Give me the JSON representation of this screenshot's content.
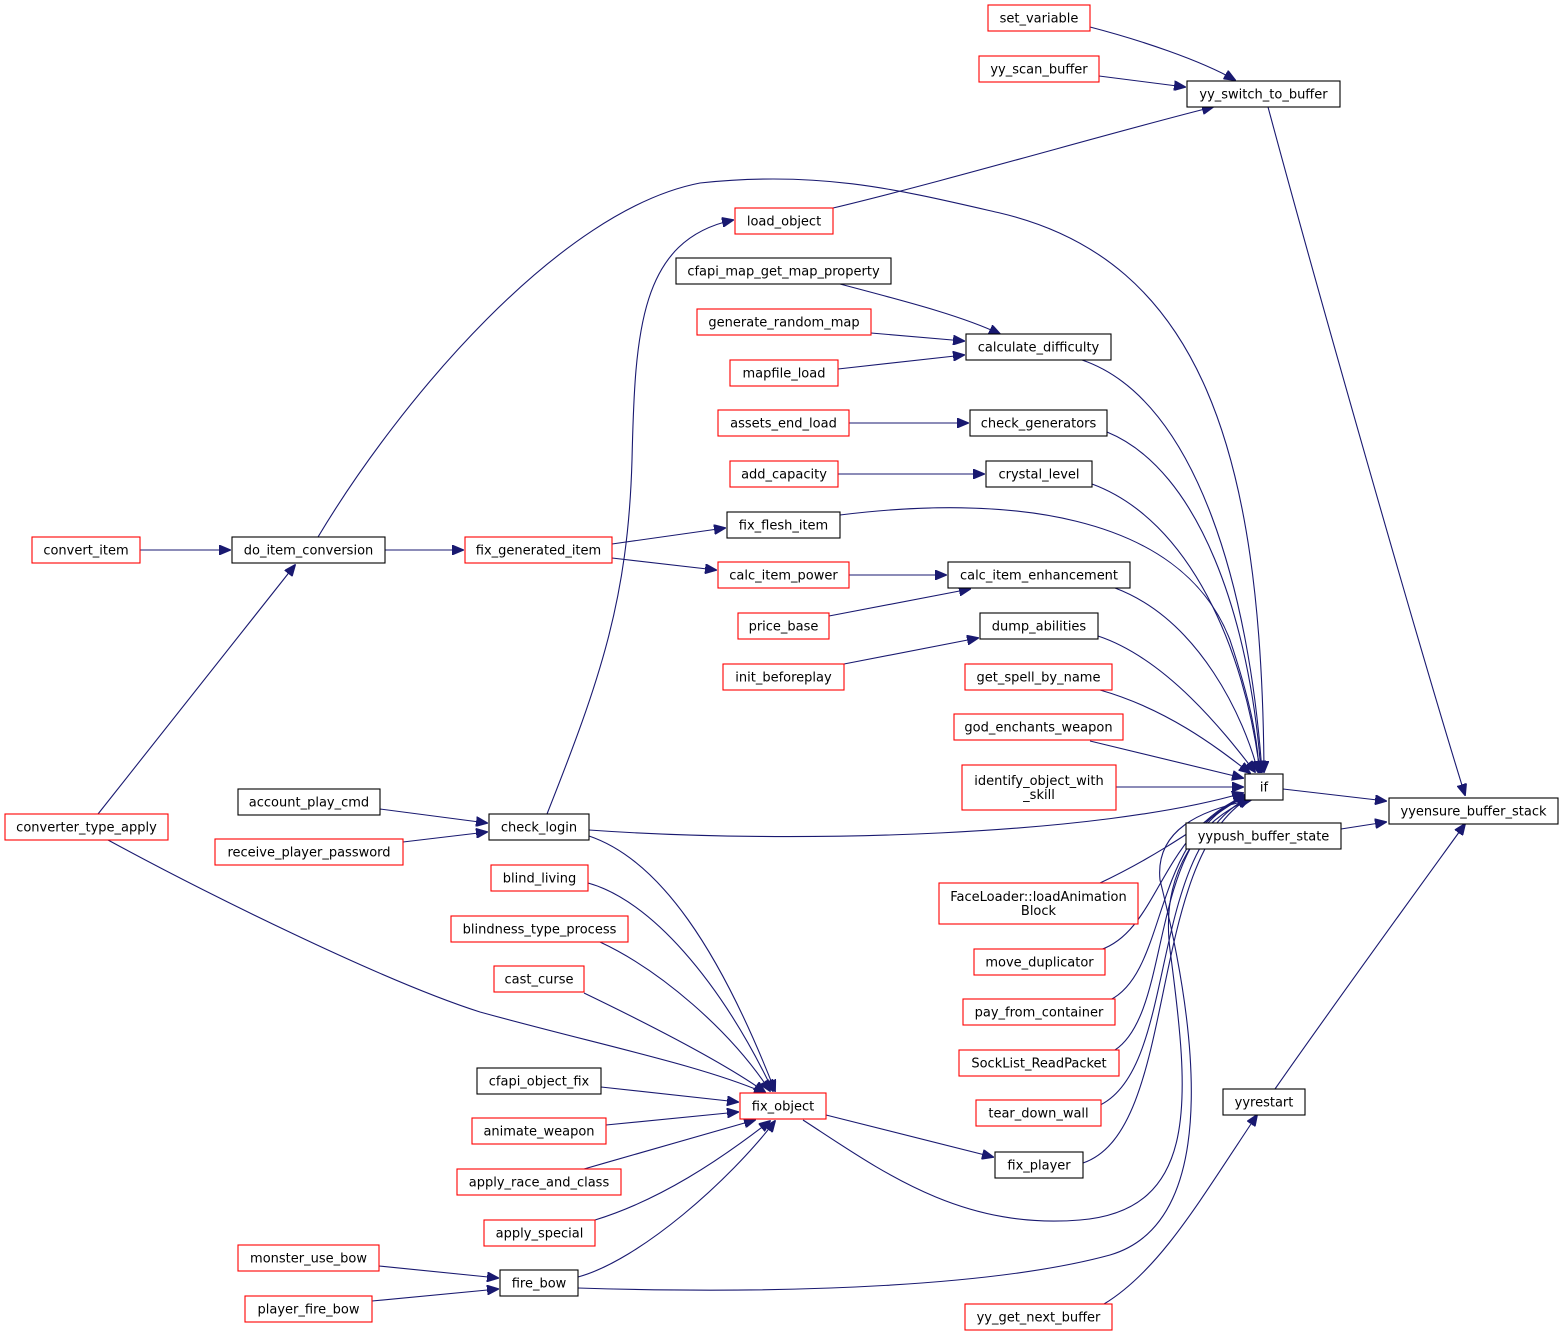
{
  "diagram": {
    "type": "call-graph",
    "colors": {
      "edge": "#191970",
      "highlight_fill": "#bfbfbf",
      "normal_border": "#000000",
      "truncated_border": "#ff0000"
    },
    "nodes": [
      {
        "id": "yyensure_buffer_stack",
        "label": "yyensure_buffer_stack",
        "style": "highlight"
      },
      {
        "id": "if",
        "label": "if",
        "style": "normal"
      },
      {
        "id": "yypush_buffer_state",
        "label": "yypush_buffer_state",
        "style": "normal"
      },
      {
        "id": "yyrestart",
        "label": "yyrestart",
        "style": "normal"
      },
      {
        "id": "yy_switch_to_buffer",
        "label": "yy_switch_to_buffer",
        "style": "normal"
      },
      {
        "id": "set_variable",
        "label": "set_variable",
        "style": "truncated"
      },
      {
        "id": "yy_scan_buffer",
        "label": "yy_scan_buffer",
        "style": "truncated"
      },
      {
        "id": "load_object",
        "label": "load_object",
        "style": "truncated"
      },
      {
        "id": "cfapi_map_get_map_property",
        "label": "cfapi_map_get_map_property",
        "style": "normal"
      },
      {
        "id": "generate_random_map",
        "label": "generate_random_map",
        "style": "truncated"
      },
      {
        "id": "calculate_difficulty",
        "label": "calculate_difficulty",
        "style": "normal"
      },
      {
        "id": "mapfile_load",
        "label": "mapfile_load",
        "style": "truncated"
      },
      {
        "id": "assets_end_load",
        "label": "assets_end_load",
        "style": "truncated"
      },
      {
        "id": "check_generators",
        "label": "check_generators",
        "style": "normal"
      },
      {
        "id": "add_capacity",
        "label": "add_capacity",
        "style": "truncated"
      },
      {
        "id": "crystal_level",
        "label": "crystal_level",
        "style": "normal"
      },
      {
        "id": "fix_flesh_item",
        "label": "fix_flesh_item",
        "style": "normal"
      },
      {
        "id": "convert_item",
        "label": "convert_item",
        "style": "truncated"
      },
      {
        "id": "do_item_conversion",
        "label": "do_item_conversion",
        "style": "normal"
      },
      {
        "id": "fix_generated_item",
        "label": "fix_generated_item",
        "style": "truncated"
      },
      {
        "id": "calc_item_power",
        "label": "calc_item_power",
        "style": "truncated"
      },
      {
        "id": "calc_item_enhancement",
        "label": "calc_item_enhancement",
        "style": "normal"
      },
      {
        "id": "price_base",
        "label": "price_base",
        "style": "truncated"
      },
      {
        "id": "dump_abilities",
        "label": "dump_abilities",
        "style": "normal"
      },
      {
        "id": "init_beforeplay",
        "label": "init_beforeplay",
        "style": "truncated"
      },
      {
        "id": "get_spell_by_name",
        "label": "get_spell_by_name",
        "style": "truncated"
      },
      {
        "id": "god_enchants_weapon",
        "label": "god_enchants_weapon",
        "style": "truncated"
      },
      {
        "id": "identify_object_with_skill",
        "label": "identify_object_with\n_skill",
        "style": "truncated"
      },
      {
        "id": "account_play_cmd",
        "label": "account_play_cmd",
        "style": "normal"
      },
      {
        "id": "check_login",
        "label": "check_login",
        "style": "normal"
      },
      {
        "id": "converter_type_apply",
        "label": "converter_type_apply",
        "style": "truncated"
      },
      {
        "id": "receive_player_password",
        "label": "receive_player_password",
        "style": "truncated"
      },
      {
        "id": "FaceLoader_loadAnimationBlock",
        "label": "FaceLoader::loadAnimation\nBlock",
        "style": "truncated"
      },
      {
        "id": "blind_living",
        "label": "blind_living",
        "style": "truncated"
      },
      {
        "id": "blindness_type_process",
        "label": "blindness_type_process",
        "style": "truncated"
      },
      {
        "id": "move_duplicator",
        "label": "move_duplicator",
        "style": "truncated"
      },
      {
        "id": "cast_curse",
        "label": "cast_curse",
        "style": "truncated"
      },
      {
        "id": "pay_from_container",
        "label": "pay_from_container",
        "style": "truncated"
      },
      {
        "id": "SockList_ReadPacket",
        "label": "SockList_ReadPacket",
        "style": "truncated"
      },
      {
        "id": "cfapi_object_fix",
        "label": "cfapi_object_fix",
        "style": "normal"
      },
      {
        "id": "fix_object",
        "label": "fix_object",
        "style": "truncated"
      },
      {
        "id": "tear_down_wall",
        "label": "tear_down_wall",
        "style": "truncated"
      },
      {
        "id": "animate_weapon",
        "label": "animate_weapon",
        "style": "truncated"
      },
      {
        "id": "fix_player",
        "label": "fix_player",
        "style": "normal"
      },
      {
        "id": "apply_race_and_class",
        "label": "apply_race_and_class",
        "style": "truncated"
      },
      {
        "id": "apply_special",
        "label": "apply_special",
        "style": "truncated"
      },
      {
        "id": "monster_use_bow",
        "label": "monster_use_bow",
        "style": "truncated"
      },
      {
        "id": "fire_bow",
        "label": "fire_bow",
        "style": "normal"
      },
      {
        "id": "player_fire_bow",
        "label": "player_fire_bow",
        "style": "truncated"
      },
      {
        "id": "yy_get_next_buffer",
        "label": "yy_get_next_buffer",
        "style": "truncated"
      }
    ]
  }
}
